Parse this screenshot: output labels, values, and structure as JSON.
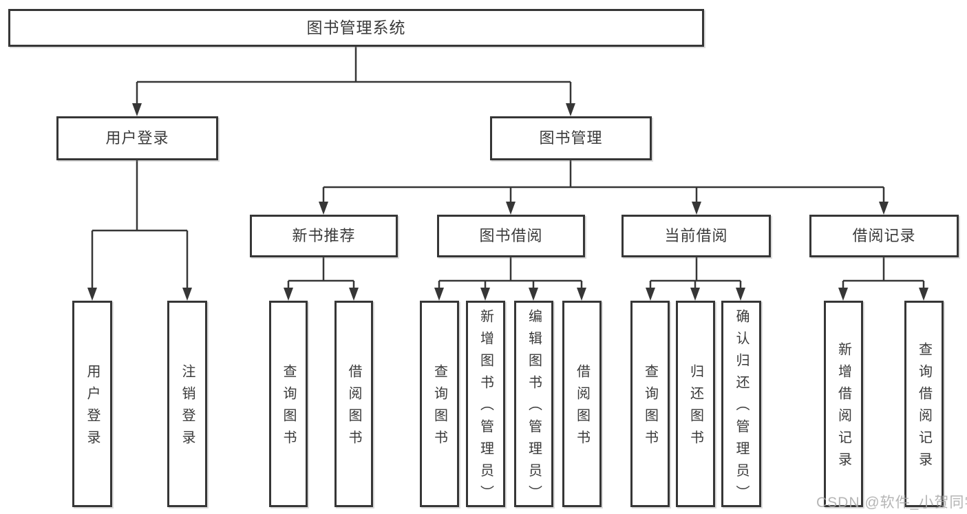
{
  "diagram": {
    "type": "tree-hierarchy",
    "title": "图书管理系统",
    "watermark": "CSDN @软件_小贺同学",
    "colors": {
      "line": "#363636",
      "box_border": "#363636",
      "box_fill": "#ffffff",
      "text": "#3a3a3a",
      "watermark": "#a9a9a9",
      "background": "#ffffff"
    }
  },
  "nodes": {
    "root": "图书管理系统",
    "user_login": "用户登录",
    "book_management": "图书管理",
    "login": "用户登录",
    "logout": "注销登录",
    "new_book_recommend": "新书推荐",
    "book_borrowing": "图书借阅",
    "current_borrowing": "当前借阅",
    "borrowing_records": "借阅记录",
    "nbr_query_book": "查询图书",
    "nbr_borrow_book": "借阅图书",
    "bb_query_book": "查询图书",
    "bb_add_book_admin": "新增图书（管理员）",
    "bb_edit_book_admin": "编辑图书（管理员）",
    "bb_borrow_book": "借阅图书",
    "cb_query_book": "查询图书",
    "cb_return_book": "归还图书",
    "cb_confirm_return_admin": "确认归还（管理员）",
    "br_add_record": "新增借阅记录",
    "br_query_record": "查询借阅记录"
  }
}
